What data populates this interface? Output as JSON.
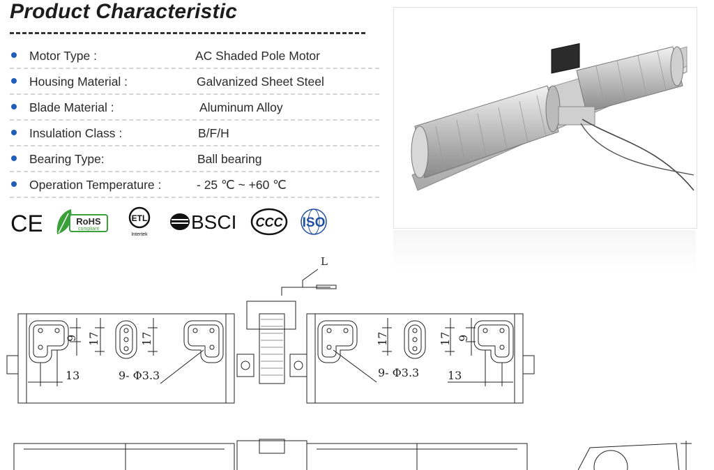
{
  "header": {
    "title": "Product Characteristic"
  },
  "specs": [
    {
      "label": "Motor Type :",
      "value": "AC Shaded Pole Motor"
    },
    {
      "label": "Housing Material :",
      "value": "Galvanized Sheet Steel"
    },
    {
      "label": "Blade Material :",
      "value": "Aluminum Alloy"
    },
    {
      "label": "Insulation Class :",
      "value": "B/F/H"
    },
    {
      "label": "Bearing Type:",
      "value": "Ball bearing"
    },
    {
      "label": "Operation Temperature :",
      "value": "- 25 ℃ ~ +60 ℃"
    }
  ],
  "certifications": {
    "ce": "CE",
    "rohs": "RoHS",
    "rohs_sub": "compliant",
    "etl": "ETL",
    "etl_sub": "Intertek",
    "bsci": "BSCI",
    "ccc": "CCC",
    "iso": "ISO"
  },
  "drawing": {
    "lead_label": "L",
    "dim_9": "9",
    "dim_17": "17",
    "dim_13": "13",
    "holes": "9- Φ3.3"
  },
  "colors": {
    "bullet": "#1f5fb8",
    "rohs_green": "#3aa03a",
    "iso_blue": "#1f4fa0",
    "line": "#222222"
  }
}
